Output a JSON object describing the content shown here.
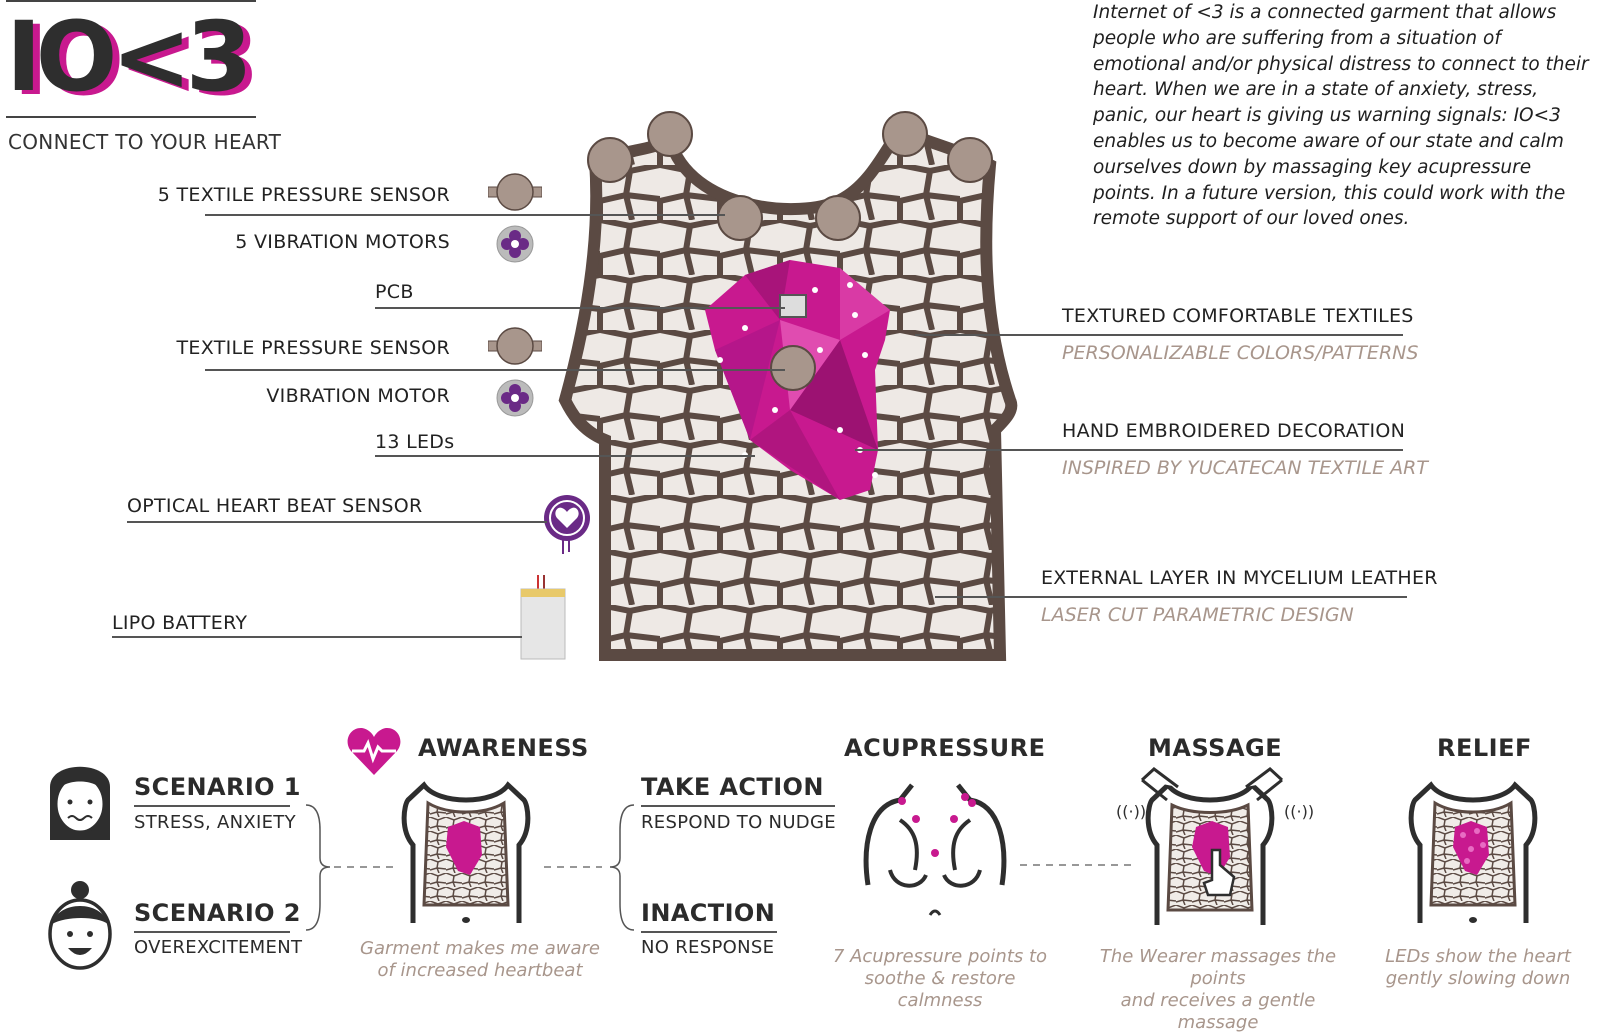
{
  "brand": {
    "logo_text": "IO<3",
    "tagline": "CONNECT TO YOUR HEART",
    "colors": {
      "magenta": "#c8198f",
      "dark": "#2e2e2e",
      "brown": "#5b4a43",
      "tan": "#a8968c",
      "purple": "#6a2a86"
    }
  },
  "description": "Internet of <3 is a connected garment that allows people who are suffering from a situation of emotional and/or physical distress to connect to their heart. When we are in a state of anxiety, stress, panic, our heart is giving us warning signals: IO<3 enables us to become aware of our state and calm ourselves down by massaging key acupressure points. In a future version, this could work with the remote support of our loved ones.",
  "left_labels": {
    "pressure_sensors": "5 TEXTILE PRESSURE SENSOR",
    "vibration_motors": "5 VIBRATION MOTORS",
    "pcb": "PCB",
    "pressure_sensor": "TEXTILE PRESSURE SENSOR",
    "vibration_motor": "VIBRATION MOTOR",
    "leds": "13 LEDs",
    "heart_sensor": "OPTICAL HEART BEAT SENSOR",
    "battery": "LIPO BATTERY"
  },
  "right_labels": {
    "textiles": "TEXTURED COMFORTABLE TEXTILES",
    "textiles_sub": "PERSONALIZABLE COLORS/PATTERNS",
    "embroidery": "HAND EMBROIDERED DECORATION",
    "embroidery_sub": "INSPIRED BY YUCATECAN TEXTILE ART",
    "external": "EXTERNAL LAYER IN MYCELIUM LEATHER",
    "external_sub": "LASER CUT PARAMETRIC DESIGN"
  },
  "flow": {
    "scenario1_title": "SCENARIO 1",
    "scenario1_sub": "STRESS, ANXIETY",
    "scenario2_title": "SCENARIO 2",
    "scenario2_sub": "OVEREXCITEMENT",
    "awareness_title": "AWARENESS",
    "awareness_caption_1": "Garment makes me aware",
    "awareness_caption_2": "of increased heartbeat",
    "take_action_title": "TAKE ACTION",
    "take_action_sub": "RESPOND TO NUDGE",
    "inaction_title": "INACTION",
    "inaction_sub": "NO RESPONSE",
    "acupressure_title": "ACUPRESSURE",
    "acupressure_caption_1": "7 Acupressure points to",
    "acupressure_caption_2": "soothe & restore calmness",
    "massage_title": "MASSAGE",
    "massage_caption_1": "The Wearer massages the points",
    "massage_caption_2": "and receives a gentle massage",
    "relief_title": "RELIEF",
    "relief_caption_1": "LEDs show the heart",
    "relief_caption_2": "gently slowing down"
  }
}
